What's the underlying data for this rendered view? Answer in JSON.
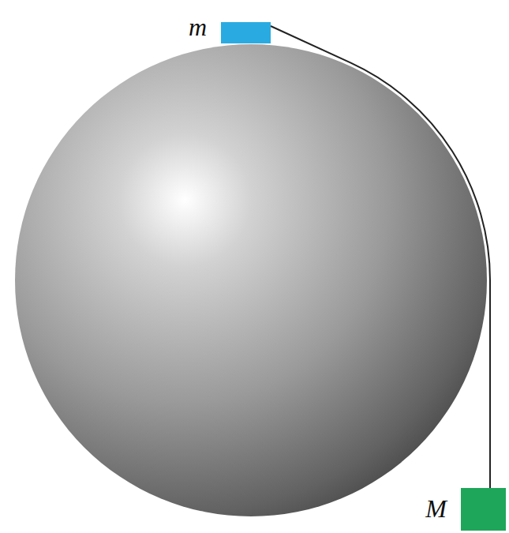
{
  "diagram": {
    "nodes": [
      {
        "text": [
          "m"
        ]
      },
      {
        "text": [
          "M"
        ]
      }
    ],
    "edges": [
      {
        "from": 0,
        "to": 1,
        "arrow": "none"
      }
    ]
  }
}
